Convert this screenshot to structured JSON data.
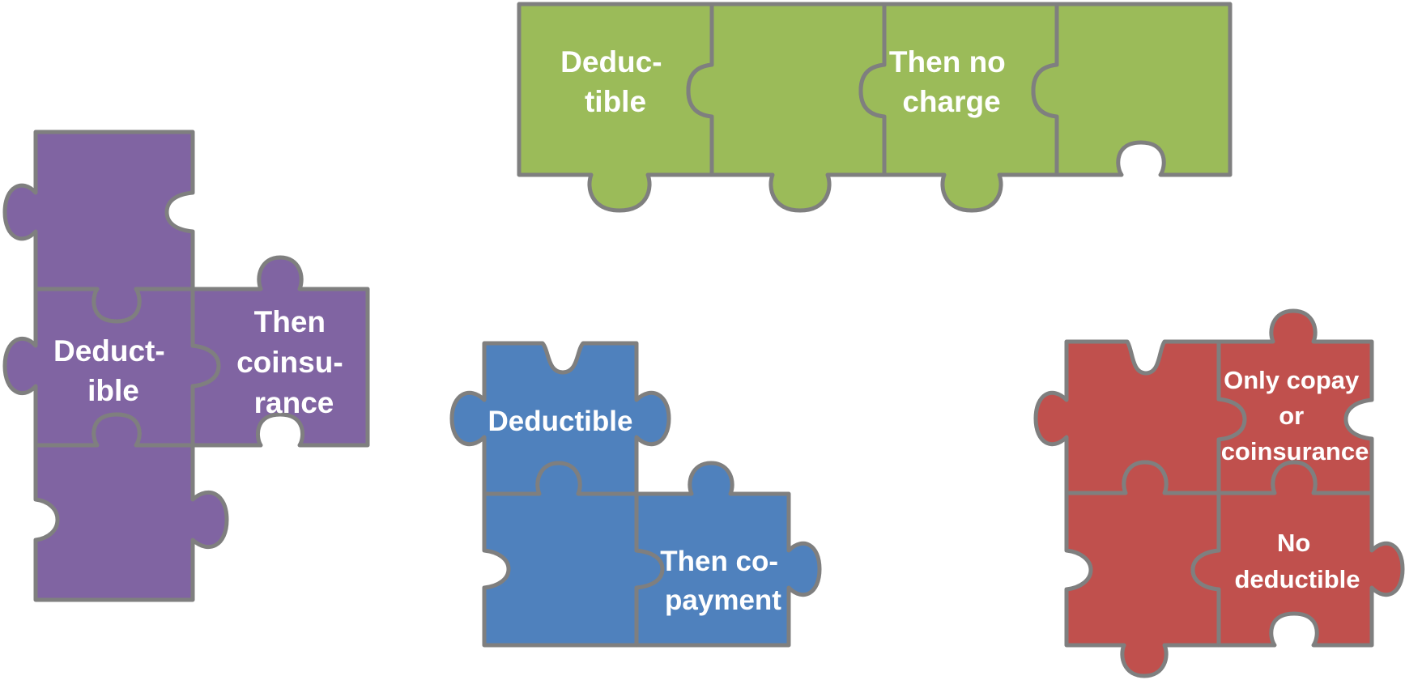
{
  "colors": {
    "green": "#9bbb59",
    "purple": "#8064a2",
    "blue": "#4f81bd",
    "red": "#c0504d",
    "outline": "#7f7f7f",
    "text": "#ffffff"
  },
  "green_group": {
    "piece1_lines": [
      "Deduc-",
      "tible"
    ],
    "piece3_lines": [
      "Then no",
      "charge"
    ]
  },
  "purple_group": {
    "piece_mid_lines": [
      "Deduct-",
      "ible"
    ],
    "piece_right_lines": [
      "Then",
      "coinsu-",
      "rance"
    ]
  },
  "blue_group": {
    "piece_top_label": "Deductible",
    "piece_right_lines": [
      "Then co-",
      "payment"
    ]
  },
  "red_group": {
    "piece_top_right_lines": [
      "Only copay",
      "or",
      "coinsurance"
    ],
    "piece_bottom_right_lines": [
      "No",
      "deductible"
    ]
  }
}
